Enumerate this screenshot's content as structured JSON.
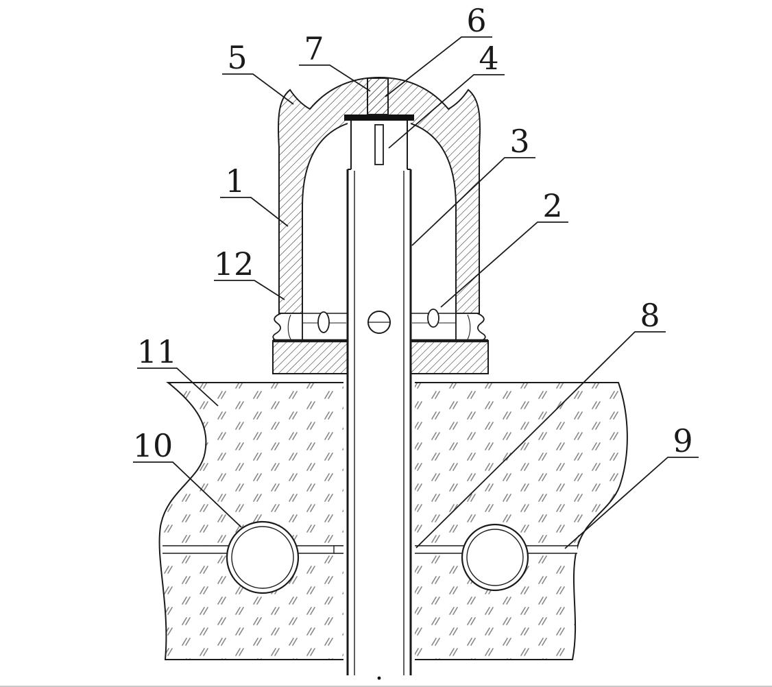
{
  "figure": {
    "background_color": "#ffffff",
    "line_color": "#1a1a1a",
    "metal_hatch_color": "#3a3a3a",
    "ground_hatch_color": "#8a8a8a"
  },
  "reference_labels": [
    {
      "number": "1"
    },
    {
      "number": "2"
    },
    {
      "number": "3"
    },
    {
      "number": "4"
    },
    {
      "number": "5"
    },
    {
      "number": "6"
    },
    {
      "number": "7"
    },
    {
      "number": "8"
    },
    {
      "number": "9"
    },
    {
      "number": "10"
    },
    {
      "number": "11"
    },
    {
      "number": "12"
    }
  ]
}
